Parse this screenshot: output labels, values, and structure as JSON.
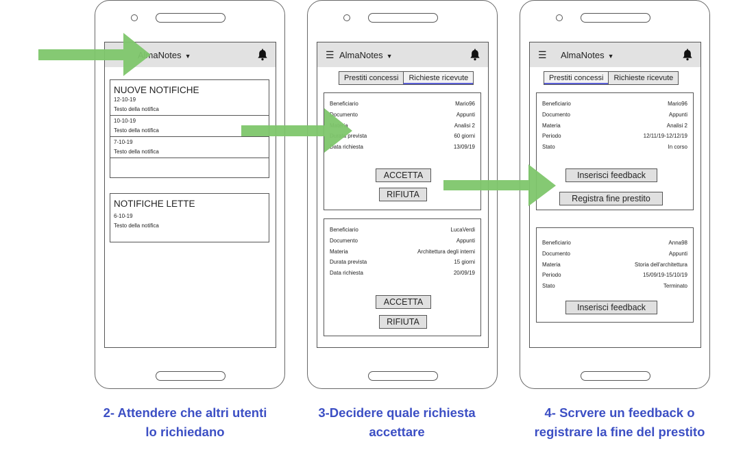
{
  "app": {
    "title": "AlmaNotes"
  },
  "icons": {
    "menu": "hamburger-icon",
    "dropdown": "caret-down-icon",
    "bell": "bell-icon"
  },
  "colors": {
    "arrow": "#7ec66b",
    "caption": "#3c4fc4",
    "topbar": "#e2e2e2"
  },
  "screen1": {
    "new_title": "NUOVE NOTIFICHE",
    "new_items": [
      {
        "date": "12-10-19",
        "text": "Testo della notifica"
      },
      {
        "date": "10-10-19",
        "text": "Testo della notifica"
      },
      {
        "date": "7-10-19",
        "text": "Testo della notifica"
      }
    ],
    "read_title": "NOTIFICHE LETTE",
    "read_items": [
      {
        "date": "6-10-19",
        "text": "Testo della notifica"
      }
    ]
  },
  "tabs": [
    "Prestiti concessi",
    "Richieste ricevute"
  ],
  "screen2": {
    "cards": [
      {
        "rows": [
          [
            "Beneficiario",
            "Mario96"
          ],
          [
            "Documento",
            "Appunti"
          ],
          [
            "Materia",
            "Analisi 2"
          ],
          [
            "Durata prevista",
            "60 giorni"
          ],
          [
            "Data richiesta",
            "13/09/19"
          ]
        ],
        "accept": "ACCETTA",
        "reject": "RIFIUTA"
      },
      {
        "rows": [
          [
            "Beneficiario",
            "LucaVerdi"
          ],
          [
            "Documento",
            "Appunti"
          ],
          [
            "Materia",
            "Architettura degli interni"
          ],
          [
            "Durata prevista",
            "15 giorni"
          ],
          [
            "Data richiesta",
            "20/09/19"
          ]
        ],
        "accept": "ACCETTA",
        "reject": "RIFIUTA"
      }
    ]
  },
  "screen3": {
    "cards": [
      {
        "rows": [
          [
            "Beneficiario",
            "Mario96"
          ],
          [
            "Documento",
            "Appunti"
          ],
          [
            "Materia",
            "Analisi 2"
          ],
          [
            "Periodo",
            "12/11/19-12/12/19"
          ],
          [
            "Stato",
            "In corso"
          ]
        ],
        "feedback": "Inserisci feedback",
        "end": "Registra fine prestito"
      },
      {
        "rows": [
          [
            "Beneficiario",
            "Anna98"
          ],
          [
            "Documento",
            "Appunti"
          ],
          [
            "Materia",
            "Storia dell'architettura"
          ],
          [
            "Periodo",
            "15/09/19-15/10/19"
          ],
          [
            "Stato",
            "Terminato"
          ]
        ],
        "feedback": "Inserisci feedback"
      }
    ]
  },
  "captions": [
    [
      "2- Attendere che altri utenti",
      "lo richiedano"
    ],
    [
      "3-Decidere quale richiesta",
      "accettare"
    ],
    [
      "4- Scrvere un feedback o",
      "registrare la fine del prestito"
    ]
  ]
}
